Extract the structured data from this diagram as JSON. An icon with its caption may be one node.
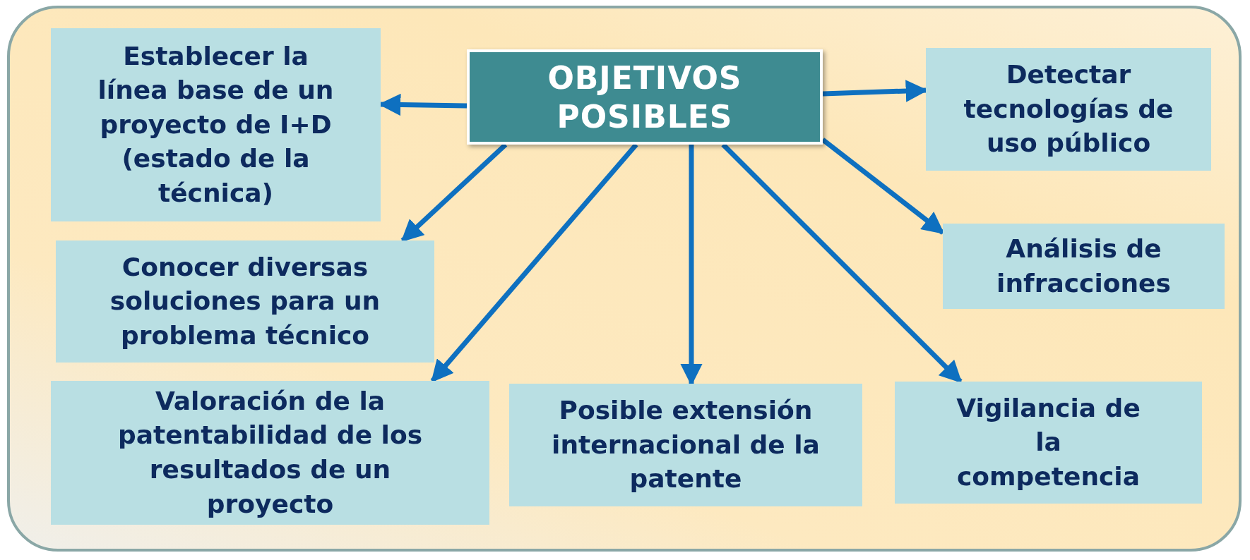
{
  "diagram": {
    "nodes": [
      {
        "text": [
          "Establecer la línea base de un proyecto de I+D (estado de la técnica)"
        ]
      },
      {
        "text": [
          "OBJETIVOS POSIBLES"
        ]
      },
      {
        "text": [
          "Detectar tecnologías de uso público"
        ]
      },
      {
        "text": [
          "Conocer diversas soluciones para un problema técnico"
        ]
      },
      {
        "text": [
          "Análisis de infracciones"
        ]
      },
      {
        "text": [
          "Valoración de la patentabilidad de los resultados de un proyecto"
        ]
      },
      {
        "text": [
          "Posible extensión internacional de la patente"
        ]
      },
      {
        "text": [
          "Vigilancia de la competencia"
        ]
      }
    ],
    "edges": [
      {
        "from": 1,
        "to": 0,
        "arrow": "to"
      },
      {
        "from": 1,
        "to": 2,
        "arrow": "to"
      },
      {
        "from": 1,
        "to": 3,
        "arrow": "to"
      },
      {
        "from": 1,
        "to": 5,
        "arrow": "to"
      },
      {
        "from": 1,
        "to": 6,
        "arrow": "to"
      },
      {
        "from": 1,
        "to": 7,
        "arrow": "to"
      },
      {
        "from": 1,
        "to": 4,
        "arrow": "to"
      }
    ]
  }
}
